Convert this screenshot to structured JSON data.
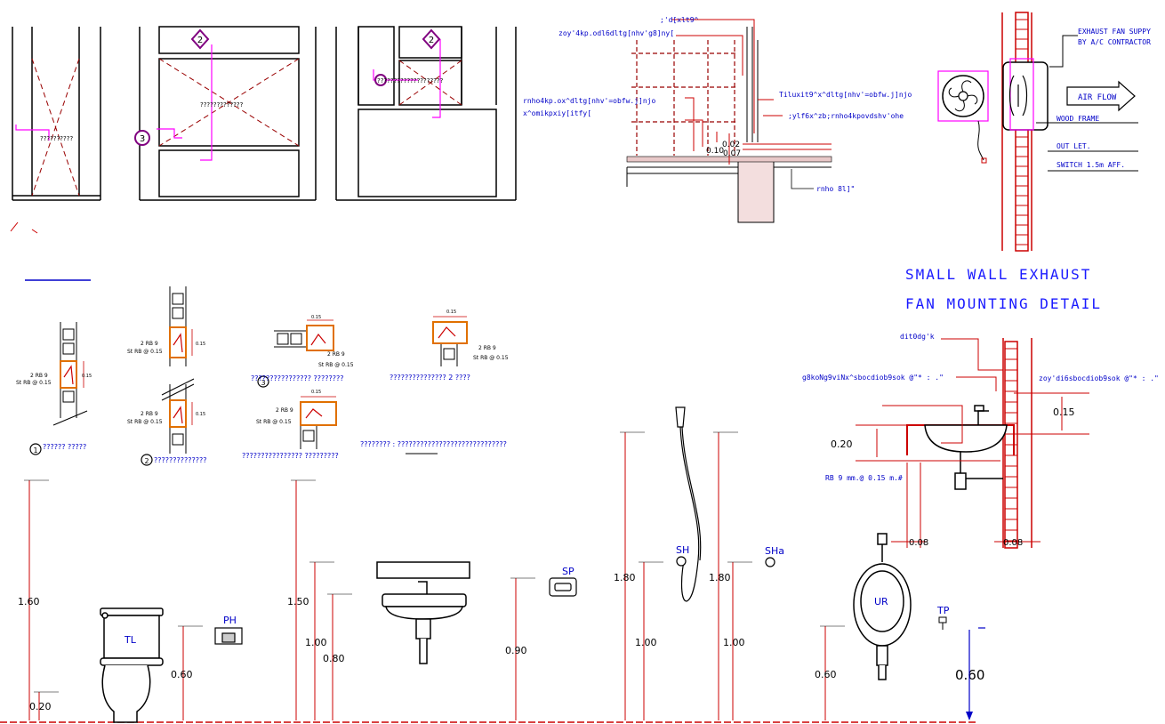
{
  "colors": {
    "background": "#ffffff",
    "line": "#000000",
    "red": "#cc0000",
    "dark_red": "#990000",
    "blue_text": "#0000c8",
    "magenta": "#ff00ff",
    "orange": "#e07000",
    "title_blue": "#1a1aff"
  },
  "title": {
    "line1": "SMALL WALL EXHAUST",
    "line2": "FAN MOUNTING DETAIL"
  },
  "exhaust_fan_notes": {
    "supply_1": "EXHAUST FAN SUPPY",
    "supply_2": "BY A/C CONTRACTOR",
    "air_flow": "AIR FLOW",
    "wood_frame": "WOOD FRAME",
    "outlet": "OUT LET.",
    "switch": "SWITCH 1.5m AFF."
  },
  "wall_section": {
    "top_label": ";'d[xlt9^",
    "label_a": "zoy'4kp.odl6dltg[nhv'g8]ny[",
    "label_b1": "rnho4kp.ox^dltg[nhv'=obfw.j]njo",
    "label_b2": "x^omikpxiy[itfy[",
    "label_c": "Tiluxit9^x^dltg[nhv'=obfw.j]njo",
    "label_d": ";ylf6x^zb;rnho4kpovdshv'ohe",
    "label_e": "rnho 8l]\"",
    "dim_1": "0.02",
    "dim_2": "0.10",
    "dim_3": "0.07"
  },
  "elevations": {
    "wc_label": "??????????",
    "tall_label": "?????????????",
    "right_label": "????????????????????",
    "tag_2": "2",
    "tag_3": "3"
  },
  "rebar_details": {
    "rb9": "2 RB 9",
    "rb_spacing": "St RB @ 0.15",
    "dim": "0.15",
    "cap_1": "?????? ?????",
    "cap_2": "??????????????",
    "cap_3": "???????????????? ????????",
    "cap_4": "??????????????? 2 ????",
    "cap_5": "???????????????? ?????????",
    "note": "???????? : ?????????????????????????????",
    "num_1": "1",
    "num_2": "2",
    "num_3": "3"
  },
  "basin_detail": {
    "label_top": "dit0dg'k",
    "label_left": "g8koNg9viNx^sbocdiob9sok @\"* : .\"",
    "label_right": "zoy'di6sbocdiob9sok @\"* : .\"",
    "dim_015": "0.15",
    "dim_020": "0.20",
    "rebar": "RB 9 mm.@ 0.15 m.#",
    "dim_008a": "0.08",
    "dim_008b": "0.08"
  },
  "fixtures": {
    "tl": "TL",
    "ph": "PH",
    "sp": "SP",
    "sh": "SH",
    "sha": "SHa",
    "ur": "UR",
    "tp": "TP"
  },
  "heights": {
    "h160": "1.60",
    "h020": "0.20",
    "h060": "0.60",
    "h150": "1.50",
    "h100": "1.00",
    "h080": "0.80",
    "h090": "0.90",
    "h180a": "1.80",
    "h100b": "1.00",
    "h180b": "1.80",
    "h100c": "1.00",
    "h060b": "0.60",
    "h060c": "0.60"
  }
}
